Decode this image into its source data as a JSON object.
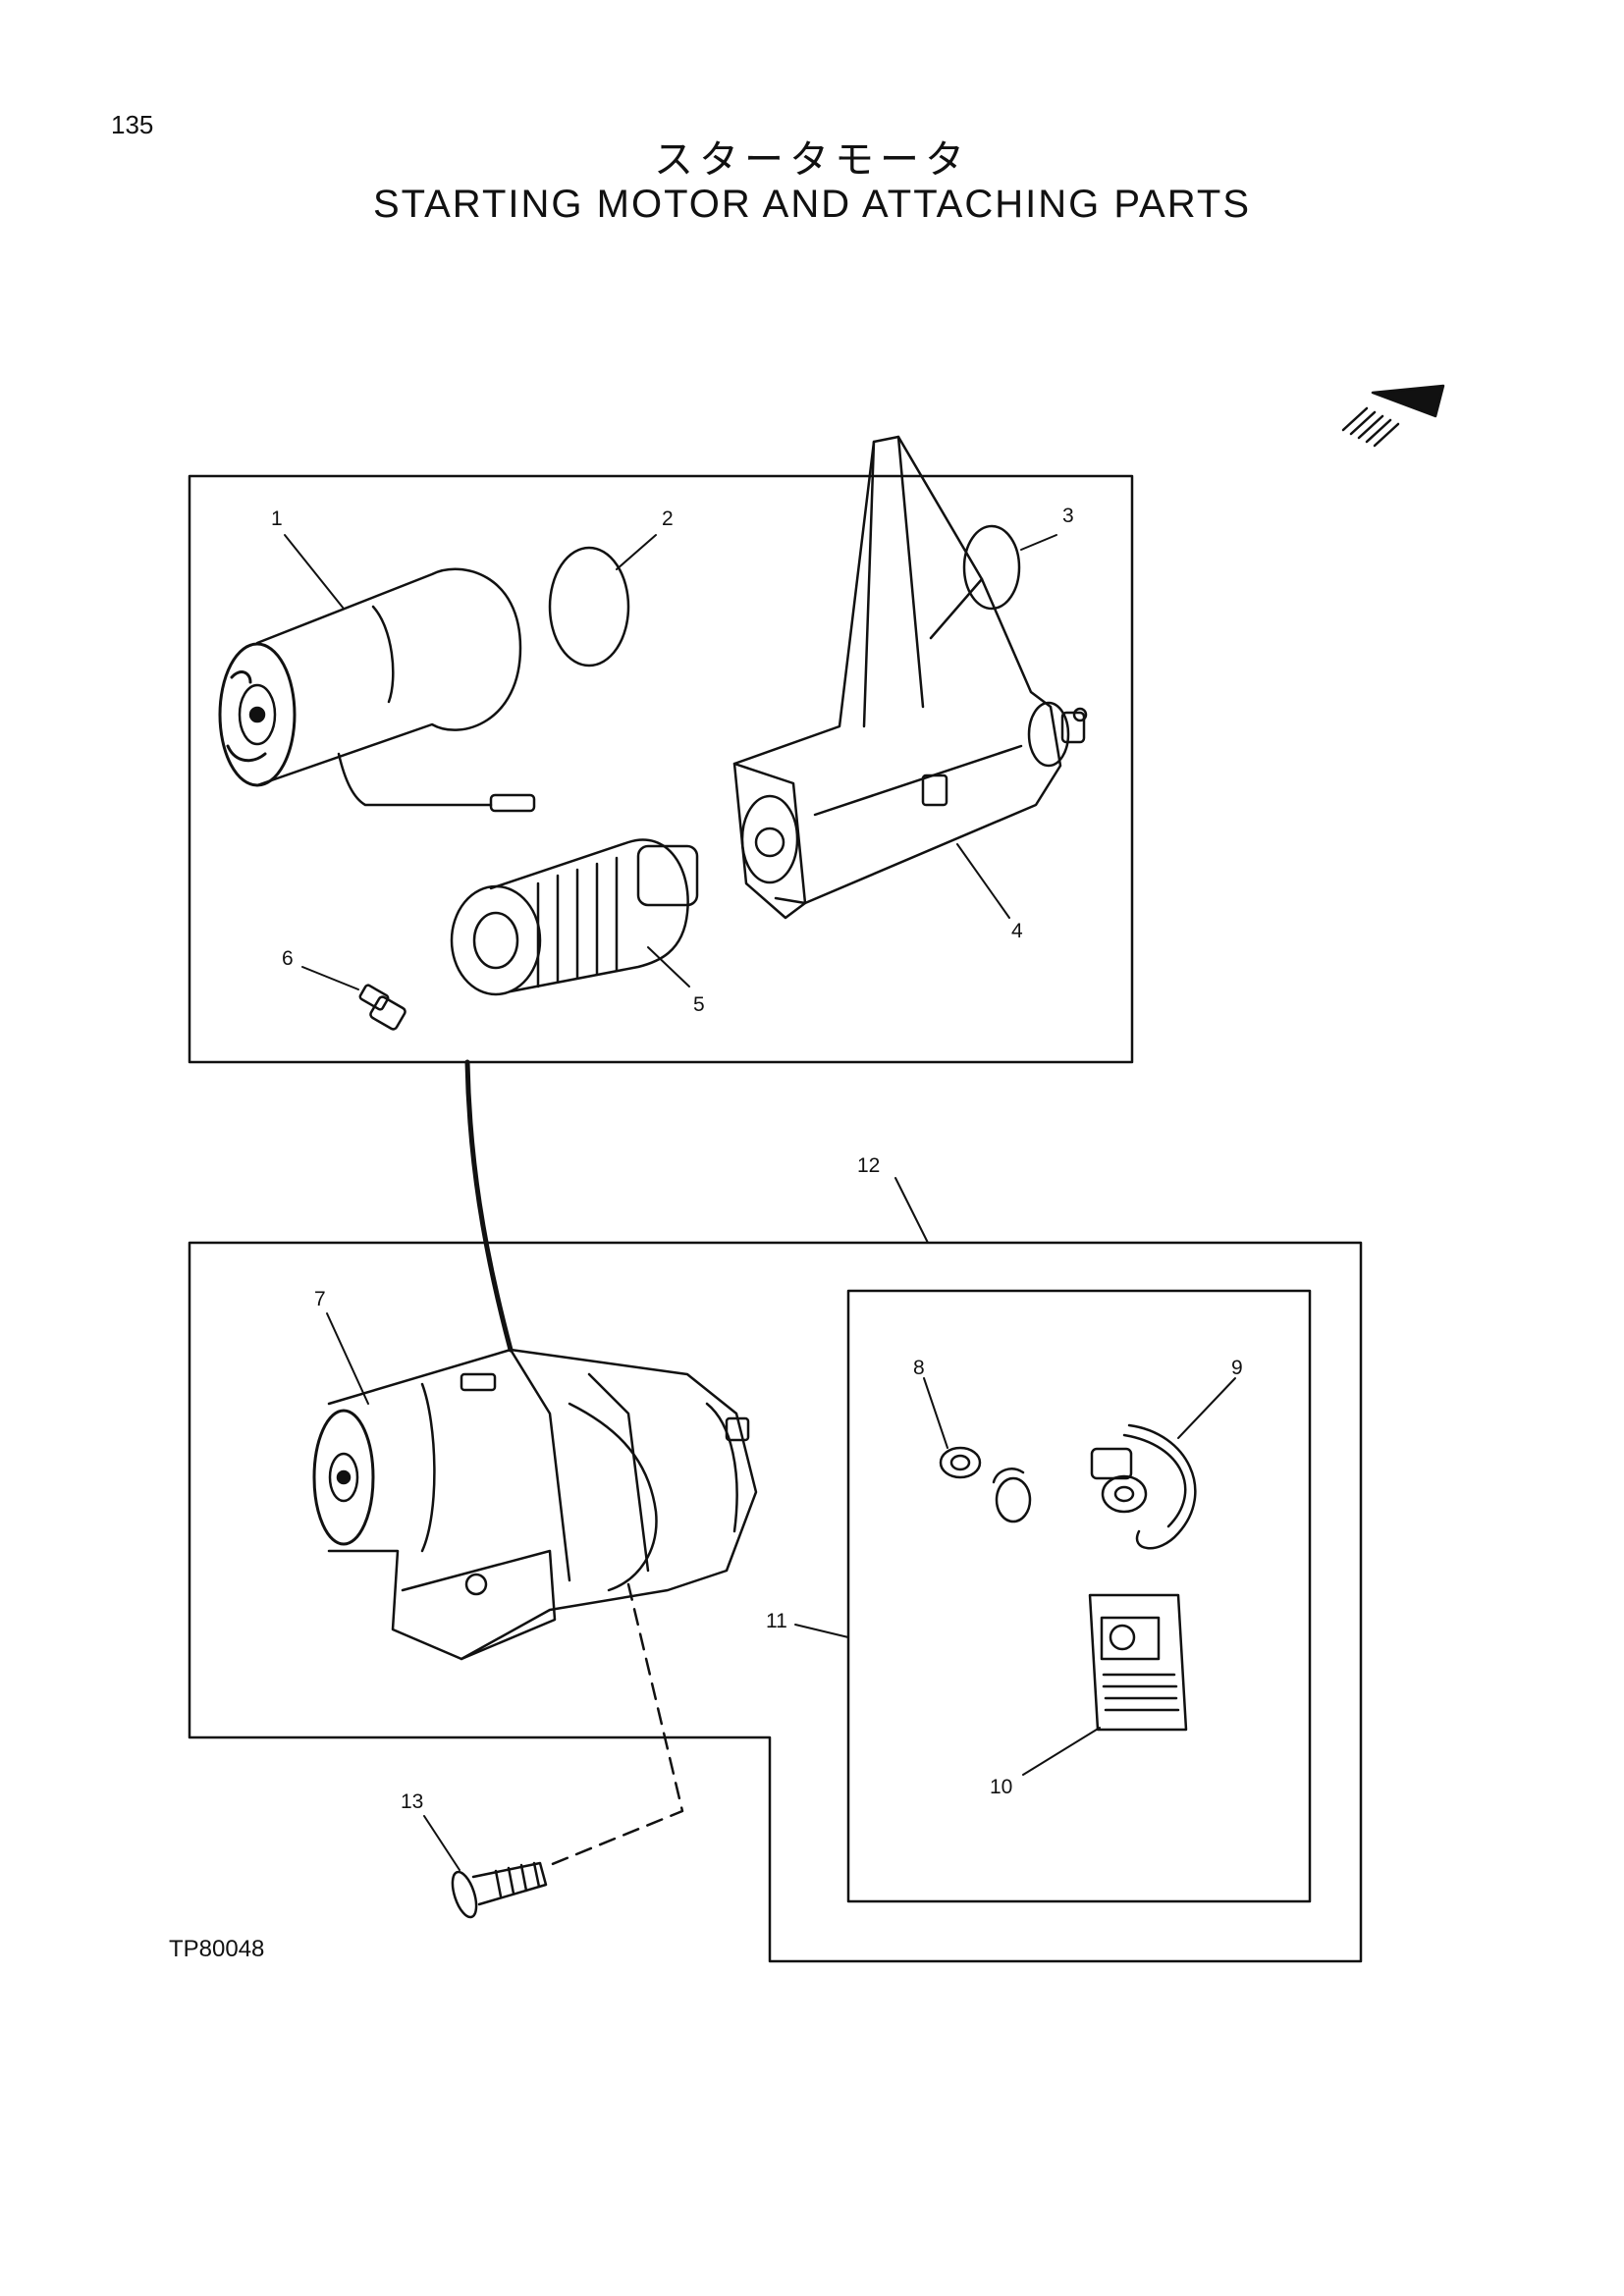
{
  "page": {
    "number": "135",
    "figure_code": "TP80048"
  },
  "title": {
    "japanese": "スタータモータ",
    "english": "STARTING MOTOR AND ATTACHING PARTS"
  },
  "callouts": {
    "c1": "1",
    "c2": "2",
    "c3": "3",
    "c4": "4",
    "c5": "5",
    "c6": "6",
    "c7": "7",
    "c8": "8",
    "c9": "9",
    "c10": "10",
    "c11": "11",
    "c12": "12",
    "c13": "13"
  },
  "colors": {
    "line": "#111111",
    "background": "#ffffff"
  }
}
